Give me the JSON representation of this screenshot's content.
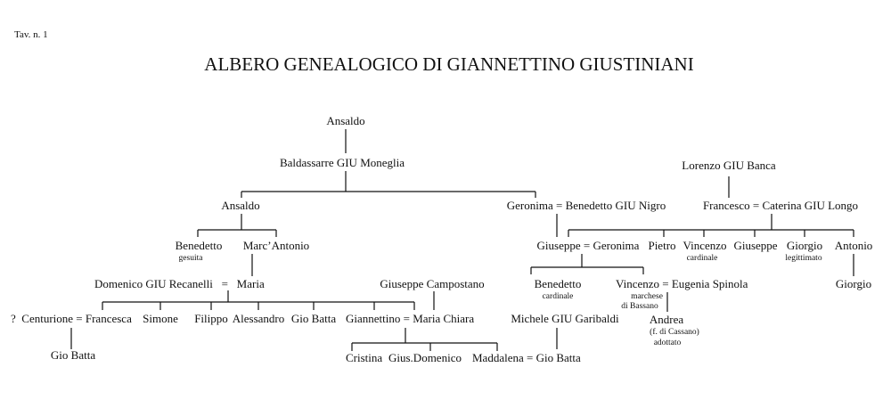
{
  "plate_label": "Tav. n. 1",
  "title": "ALBERO GENEALOGICO DI GIANNETTINO GIUSTINIANI",
  "people": {
    "ansaldo_top": "Ansaldo",
    "baldassarre": "Baldassarre GIU Moneglia",
    "ansaldo_2": "Ansaldo",
    "geronima_benedetto": "Geronima = Benedetto GIU Nigro",
    "benedetto_gesuita": "Benedetto",
    "benedetto_gesuita_note": "gesuita",
    "marcantonio": "Marc’Antonio",
    "domenico_maria": "Domenico GIU Recanelli   =   Maria",
    "centurione_francesca": "?  Centurione = Francesca",
    "simone": "Simone",
    "filippo": "Filippo",
    "alessandro": "Alessandro",
    "giobatta_1": "Gio Batta",
    "giannettino_maria": "Giannettino = Maria Chiara",
    "giobatta_son": "Gio Batta",
    "giuseppe_campostano": "Giuseppe Campostano",
    "cristina": "Cristina",
    "gius_domenico": "Gius.Domenico",
    "maddalena_giobatta": "Maddalena = Gio Batta",
    "michele_garibaldi": "Michele GIU Garibaldi",
    "giuseppe_geronima": "Giuseppe = Geronima",
    "benedetto_cardinale": "Benedetto",
    "benedetto_cardinale_note": "cardinale",
    "vincenzo_eugenia": "Vincenzo = Eugenia Spinola",
    "vincenzo_note_1": "marchese",
    "vincenzo_note_2": "di Bassano",
    "andrea": "Andrea",
    "andrea_note_1": "(f. di Cassano)",
    "andrea_note_2": "adottato",
    "lorenzo": "Lorenzo GIU Banca",
    "francesco_caterina": "Francesco = Caterina GIU Longo",
    "pietro": "Pietro",
    "vincenzo_card": "Vincenzo",
    "vincenzo_card_note": "cardinale",
    "giuseppe_2": "Giuseppe",
    "giorgio_legit": "Giorgio",
    "giorgio_legit_note": "legittimato",
    "antonio": "Antonio",
    "giorgio_son": "Giorgio"
  }
}
